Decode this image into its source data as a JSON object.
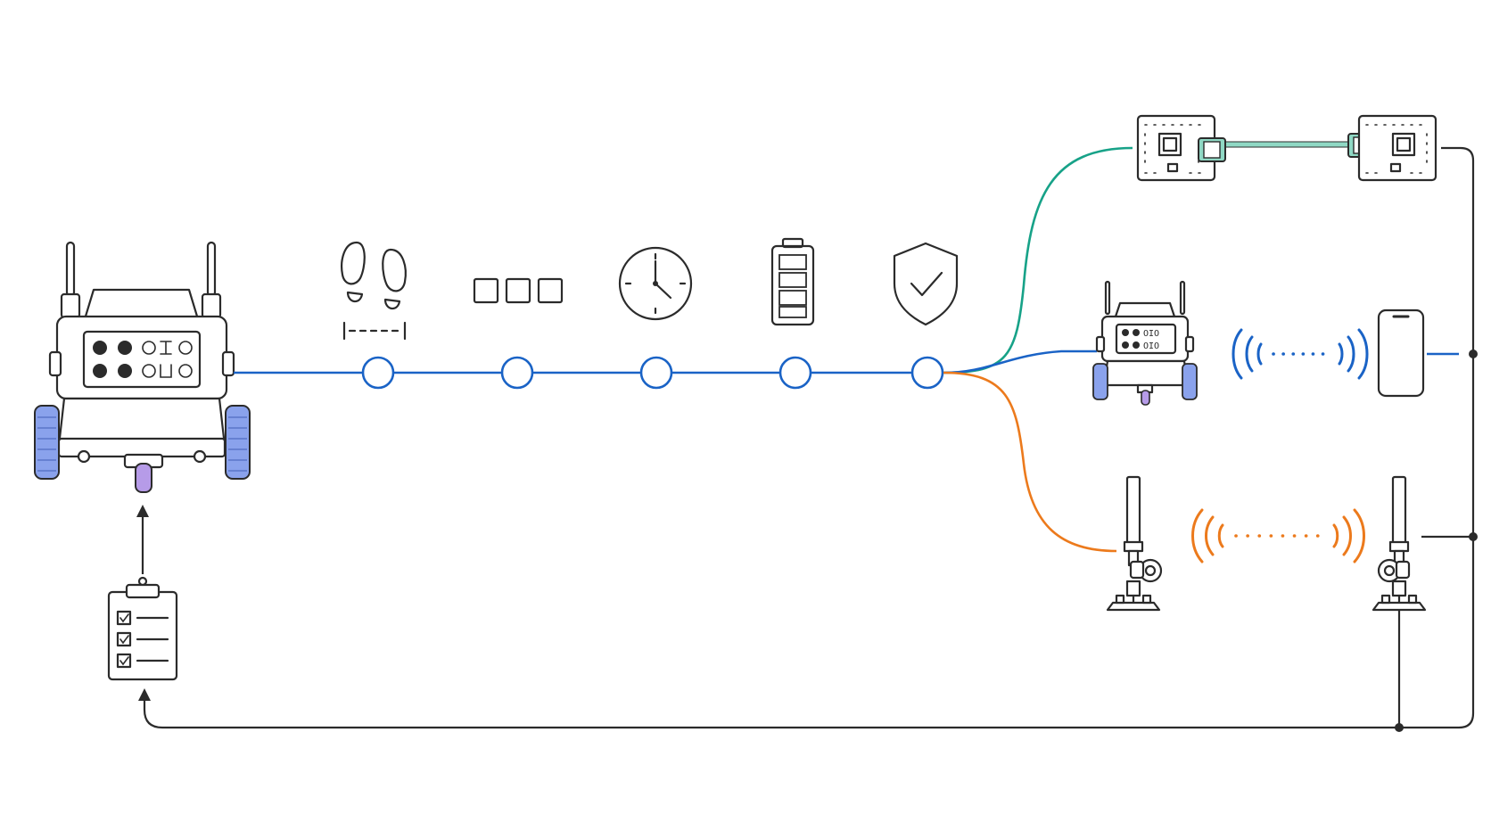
{
  "colors": {
    "ink": "#2b2b2b",
    "timeline_blue": "#1a63c6",
    "branch_teal": "#17a288",
    "branch_blue": "#1a63c6",
    "branch_orange": "#ec7a1c",
    "wheel_blue": "#8aa2ec",
    "caster_purple": "#b69be8",
    "connector_teal": "#8fd8c4"
  },
  "timeline": {
    "node_count": 5,
    "icons": [
      "footsteps-distance-icon",
      "three-squares-icon",
      "clock-icon",
      "battery-icon",
      "shield-check-icon"
    ]
  },
  "branches": [
    {
      "name": "wired-link",
      "color_key": "branch_teal",
      "targets": [
        "circuit-board-icon",
        "cable-icon",
        "circuit-board-icon"
      ]
    },
    {
      "name": "wireless-phone-link",
      "color_key": "branch_blue",
      "targets": [
        "robot-icon",
        "wireless-signal-icon",
        "smartphone-icon"
      ]
    },
    {
      "name": "beacon-link",
      "color_key": "branch_orange",
      "targets": [
        "beacon-stand-icon",
        "wireless-signal-icon",
        "beacon-stand-icon"
      ]
    }
  ],
  "feedback": {
    "icon": "checklist-clipboard-icon"
  }
}
